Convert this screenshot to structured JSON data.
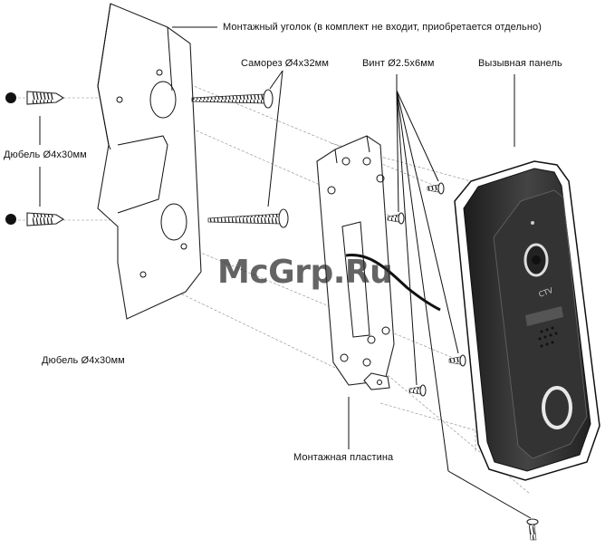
{
  "labels": {
    "bracket": "Монтажный уголок (в комплект не входит, приобретается отдельно)",
    "screw_long": "Саморез Ø4x32мм",
    "screw_small": "Винт Ø2.5x6мм",
    "panel": "Вызывная панель",
    "dowel_top": "Дюбель Ø4x30мм",
    "dowel_bottom": "Дюбель Ø4x30мм",
    "plate": "Монтажная пластина"
  },
  "watermark": "McGrp.Ru",
  "colors": {
    "line": "#111111",
    "panel_body": "#2a2a2a",
    "panel_face": "#3a3a3a",
    "panel_ring": "#e8e8e8"
  },
  "icons": {
    "dowel": "dowel-icon",
    "screw": "screw-icon",
    "camera": "camera-lens-icon",
    "call_button": "call-button-ring-icon"
  }
}
